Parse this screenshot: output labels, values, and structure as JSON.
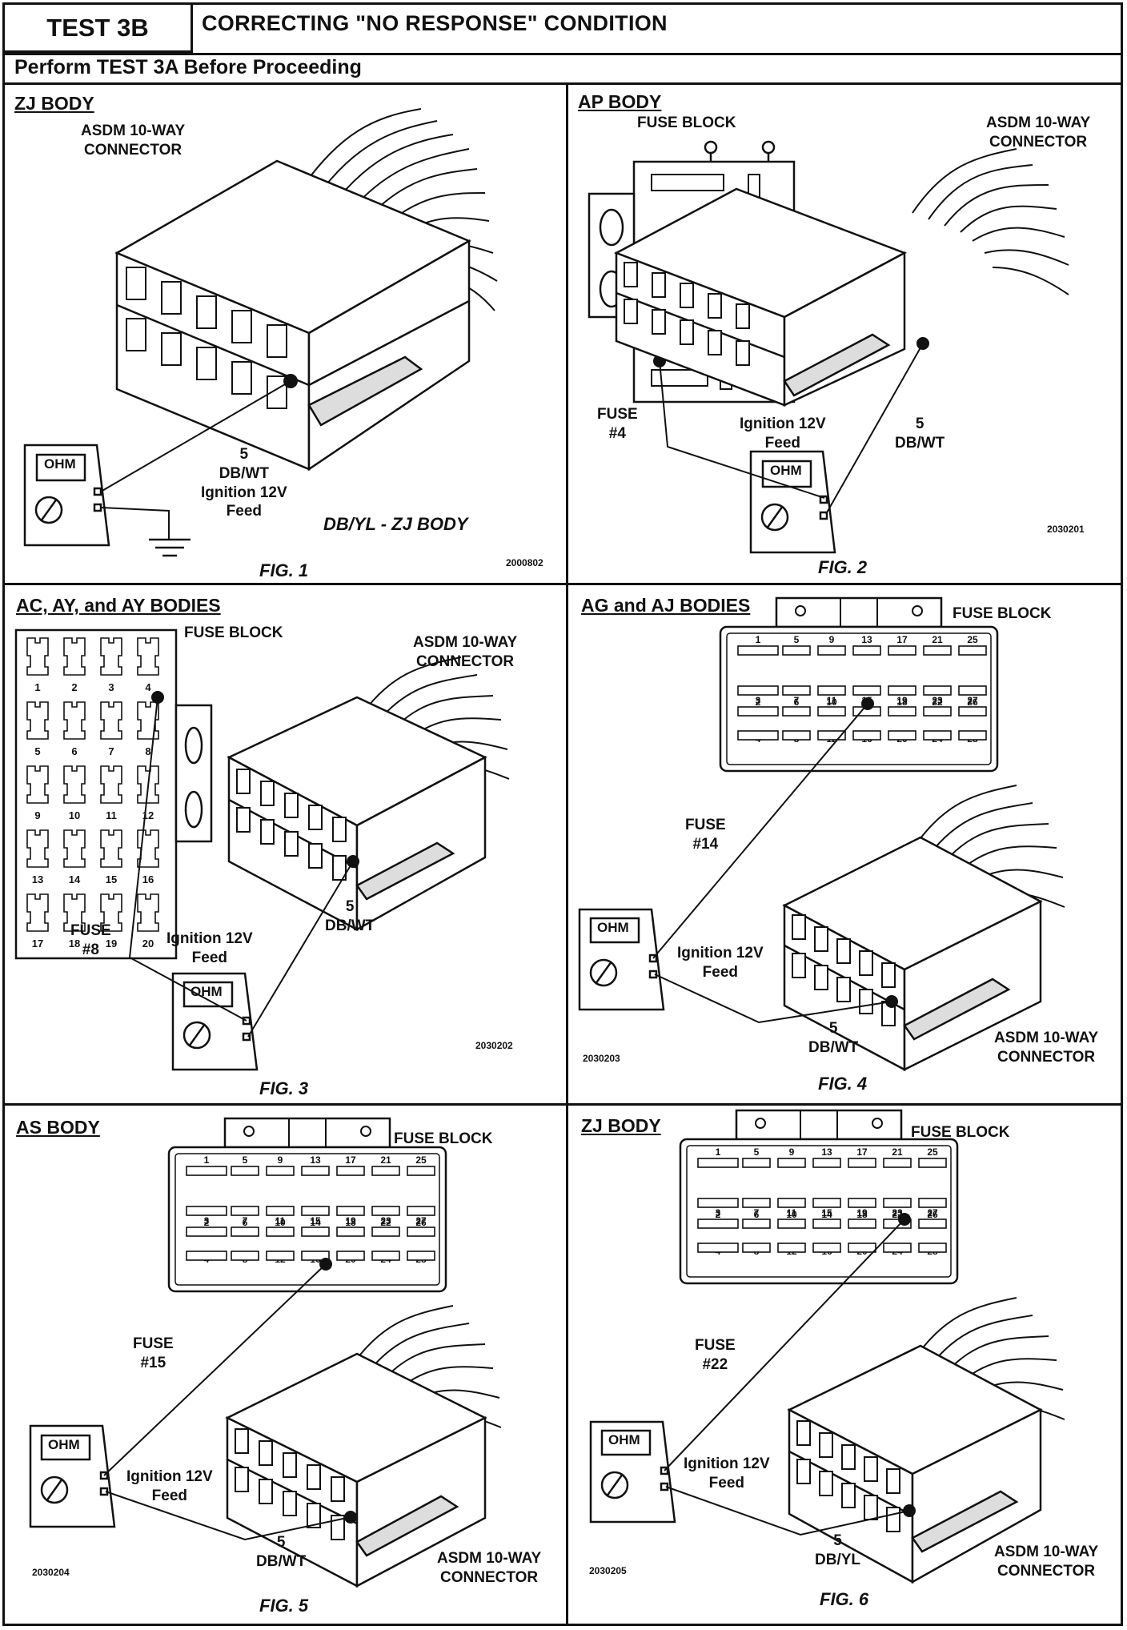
{
  "header": {
    "test_label": "TEST 3B",
    "title": "CORRECTING \"NO RESPONSE\" CONDITION",
    "subtitle": "Perform TEST 3A Before Proceeding"
  },
  "meter_label": "OHM",
  "panels": [
    {
      "title": "ZJ BODY",
      "connector_label": "ASDM 10-WAY\nCONNECTOR",
      "pin_label": "5\nDB/WT\nIgnition 12V\nFeed",
      "note": "DB/YL - ZJ BODY",
      "code": "2000802",
      "fig": "FIG. 1"
    },
    {
      "title": "AP BODY",
      "fuse_block_label": "FUSE BLOCK",
      "connector_label": "ASDM 10-WAY\nCONNECTOR",
      "fuse_label": "FUSE\n#4",
      "feed_label": "Ignition 12V\nFeed",
      "pin_label": "5\nDB/WT",
      "code": "2030201",
      "fig": "FIG. 2"
    },
    {
      "title": "AC, AY, and AY BODIES",
      "fuse_block_label": "FUSE BLOCK",
      "connector_label": "ASDM 10-WAY\nCONNECTOR",
      "fuse_numbers": [
        "1",
        "2",
        "3",
        "4",
        "5",
        "6",
        "7",
        "8",
        "9",
        "10",
        "11",
        "12",
        "13",
        "14",
        "15",
        "16",
        "17",
        "18",
        "19",
        "20"
      ],
      "fuse_label": "FUSE\n#8",
      "feed_label": "Ignition 12V\nFeed",
      "pin_label": "5\nDB/WT",
      "code": "2030202",
      "fig": "FIG. 3"
    },
    {
      "title": "AG and AJ BODIES",
      "fuse_block_label": "FUSE BLOCK",
      "fuse_label": "FUSE\n#14",
      "feed_label": "Ignition 12V\nFeed",
      "pin_label": "5\nDB/WT",
      "connector_label": "ASDM 10-WAY\nCONNECTOR",
      "code": "2030203",
      "fig": "FIG. 4"
    },
    {
      "title": "AS BODY",
      "fuse_block_label": "FUSE BLOCK",
      "fuse_label": "FUSE\n#15",
      "feed_label": "Ignition 12V\nFeed",
      "pin_label": "5\nDB/WT",
      "connector_label": "ASDM 10-WAY\nCONNECTOR",
      "code": "2030204",
      "fig": "FIG. 5"
    },
    {
      "title": "ZJ BODY",
      "fuse_block_label": "FUSE BLOCK",
      "fuse_label": "FUSE\n#22",
      "feed_label": "Ignition 12V\nFeed",
      "pin_label": "5\nDB/YL",
      "connector_label": "ASDM 10-WAY\nCONNECTOR",
      "code": "2030205",
      "fig": "FIG. 6"
    }
  ],
  "large_fuse_block_numbers": [
    [
      "1",
      "5",
      "9",
      "13",
      "17",
      "21",
      "25"
    ],
    [
      "2",
      "6",
      "10",
      "14",
      "18",
      "22",
      "26"
    ],
    [
      "3",
      "7",
      "11",
      "15",
      "19",
      "23",
      "27"
    ],
    [
      "4",
      "8",
      "12",
      "16",
      "20",
      "24",
      "28"
    ]
  ]
}
